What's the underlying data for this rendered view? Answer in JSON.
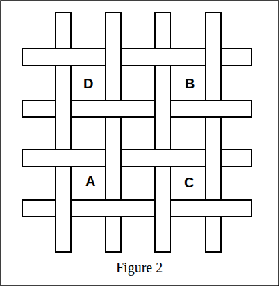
{
  "diagram": {
    "caption": "Figure 2",
    "labels": [
      "D",
      "B",
      "A",
      "C"
    ]
  }
}
